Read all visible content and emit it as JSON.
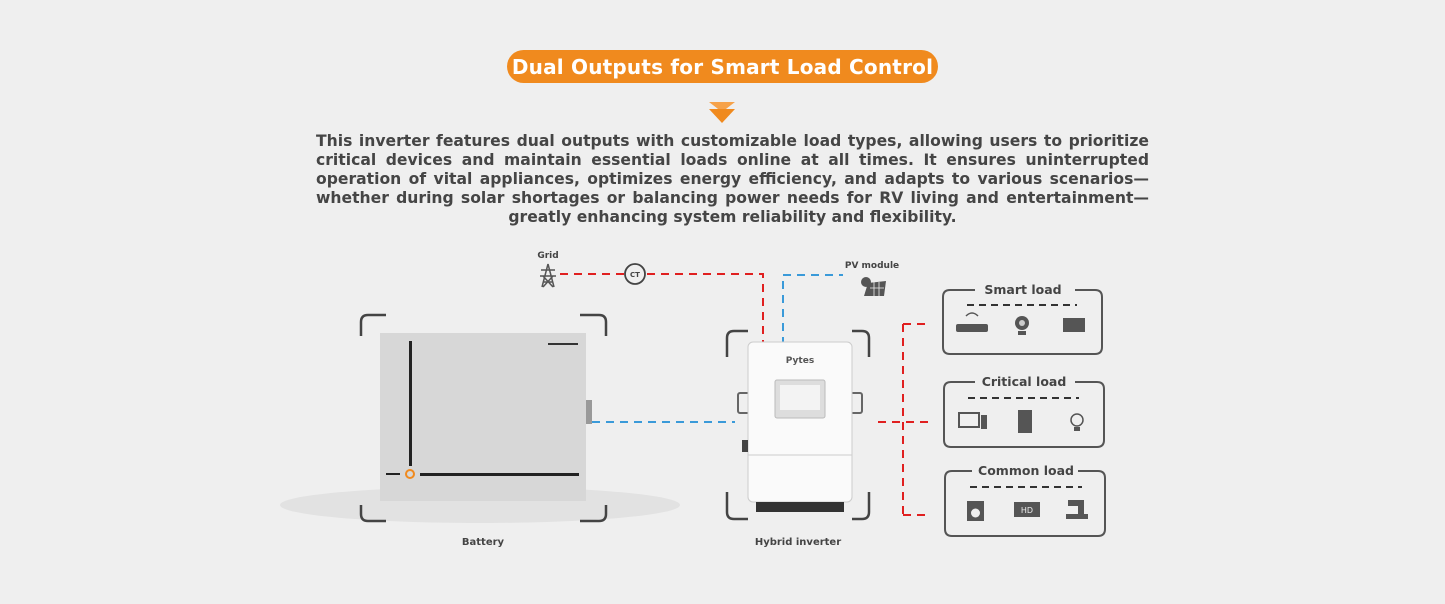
{
  "title": "Dual Outputs for Smart Load Control",
  "description": "This inverter features dual outputs with customizable load types, allowing users to prioritize critical devices and maintain essential loads online at all times. It ensures uninterrupted operation of vital appliances, optimizes energy efficiency, and adapts to various scenarios—whether during solar shortages or balancing power needs for RV living and entertainment—greatly enhancing system reliability and flexibility.",
  "diagram": {
    "grid_label": "Grid",
    "ct_label": "CT",
    "pv_label": "PV module",
    "battery_label": "Battery",
    "inverter_label": "Hybrid inverter",
    "inverter_brand": "Pytes",
    "loads": [
      {
        "label": "Smart load",
        "icons": [
          "router-icon",
          "webcam-icon",
          "display-panel-icon"
        ]
      },
      {
        "label": "Critical load",
        "icons": [
          "computer-icon",
          "fridge-icon",
          "light-bulb-icon"
        ]
      },
      {
        "label": "Common load",
        "icons": [
          "washing-machine-icon",
          "hd-tv-icon",
          "sewing-machine-icon"
        ]
      }
    ],
    "colors": {
      "ac_line": "#e02020",
      "dc_line": "#3a9ad9",
      "accent": "#f08a1e"
    }
  }
}
